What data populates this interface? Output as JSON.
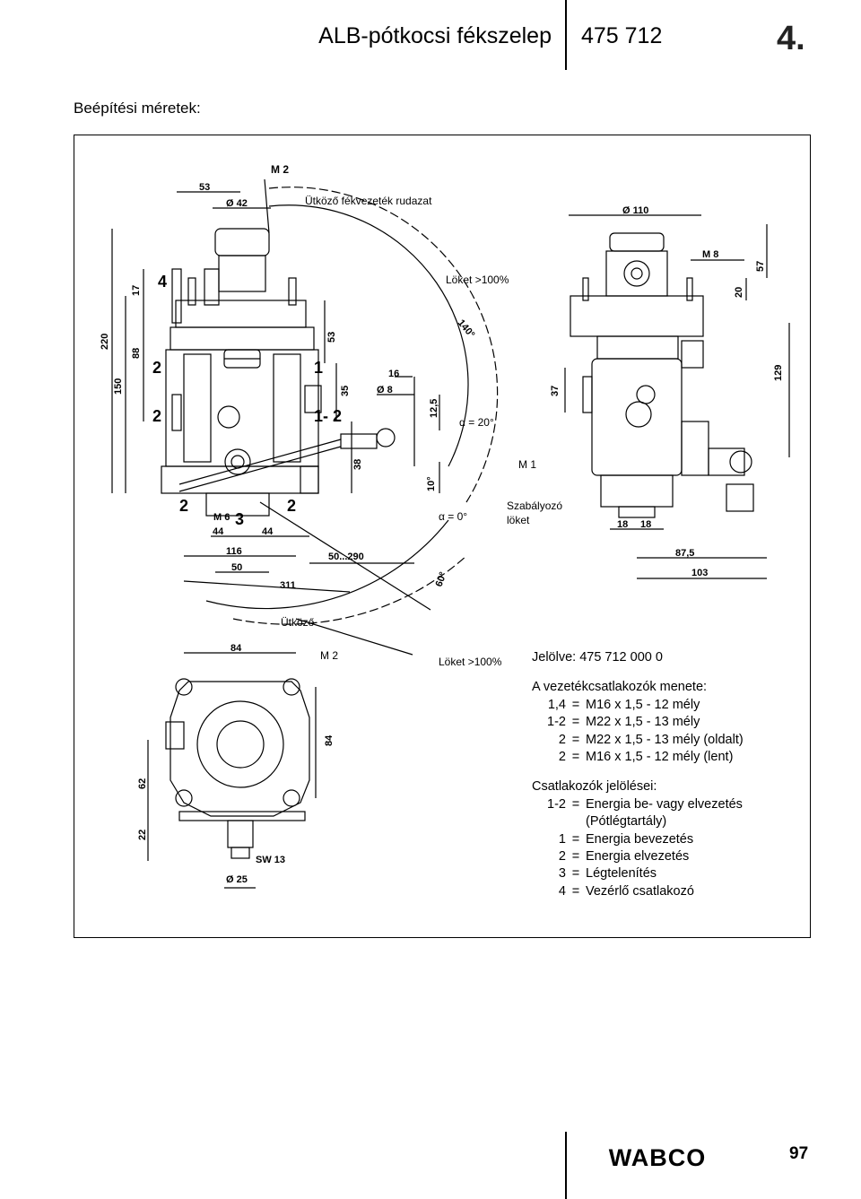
{
  "header": {
    "title": "ALB-pótkocsi fékszelep",
    "code": "475 712",
    "chapter": "4."
  },
  "section_title": "Beépítési méretek:",
  "drawing": {
    "callouts": {
      "top_marker": "M 2",
      "utkozo_rudazat": "Ütköző fékvezeték rudazat",
      "loket_top": "Löket >100%",
      "angle_140": "140°",
      "alpha20": "α = 20°",
      "m1": "M 1",
      "alpha0": "α = 0°",
      "szabalyozo": "Szabályozó",
      "loket_word": "löket",
      "angle_60": "60°",
      "angle_10": "10°",
      "utkozo": "Ütköző",
      "m2_bottom": "M 2",
      "loket_bottom": "Löket >100%",
      "m8": "M 8",
      "m6": "M 6",
      "sw13": "SW 13"
    },
    "ports": {
      "p4": "4",
      "p2": "2",
      "p1": "1",
      "p12": "1- 2",
      "p3": "3"
    },
    "dims": {
      "d53": "53",
      "dia42": "Ø 42",
      "d17": "17",
      "d220": "220",
      "d150": "150",
      "d88": "88",
      "d53b": "53",
      "d35": "35",
      "d16": "16",
      "dia8": "Ø 8",
      "d12_5": "12,5",
      "d38": "38",
      "d44a": "44",
      "d44b": "44",
      "d116": "116",
      "d50": "50",
      "d50_290": "50...290",
      "d311": "311",
      "dia110": "Ø 110",
      "d20": "20",
      "d57": "57",
      "d37": "37",
      "d129": "129",
      "d18a": "18",
      "d18b": "18",
      "d87_5": "87,5",
      "d103": "103",
      "d84top": "84",
      "d84side": "84",
      "d62": "62",
      "d22": "22",
      "dia25": "Ø 25"
    }
  },
  "legend": {
    "marked": "Jelölve: 475 712 000 0",
    "threads_title": "A vezetékcsatlakozók menete:",
    "threads": [
      {
        "k": "1,4",
        "v": "M16 x 1,5 - 12 mély"
      },
      {
        "k": "1-2",
        "v": "M22 x 1,5 - 13 mély"
      },
      {
        "k": "2",
        "v": "M22 x 1,5 - 13 mély (oldalt)"
      },
      {
        "k": "2",
        "v": "M16 x 1,5 - 12 mély (lent)"
      }
    ],
    "ports_title": "Csatlakozók jelölései:",
    "ports": [
      {
        "k": "1-2",
        "v": "Energia be- vagy elvezetés"
      },
      {
        "k": "",
        "v": "(Pótlégtartály)"
      },
      {
        "k": "1",
        "v": "Energia bevezetés"
      },
      {
        "k": "2",
        "v": "Energia elvezetés"
      },
      {
        "k": "3",
        "v": "Légtelenítés"
      },
      {
        "k": "4",
        "v": "Vezérlő csatlakozó"
      }
    ]
  },
  "footer": {
    "brand": "WABCO",
    "page": "97"
  }
}
